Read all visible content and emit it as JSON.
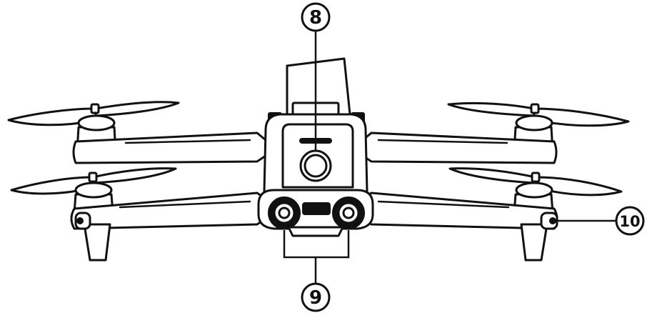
{
  "callouts": {
    "top": {
      "label": "8"
    },
    "bottom": {
      "label": "9"
    },
    "right": {
      "label": "10"
    }
  }
}
